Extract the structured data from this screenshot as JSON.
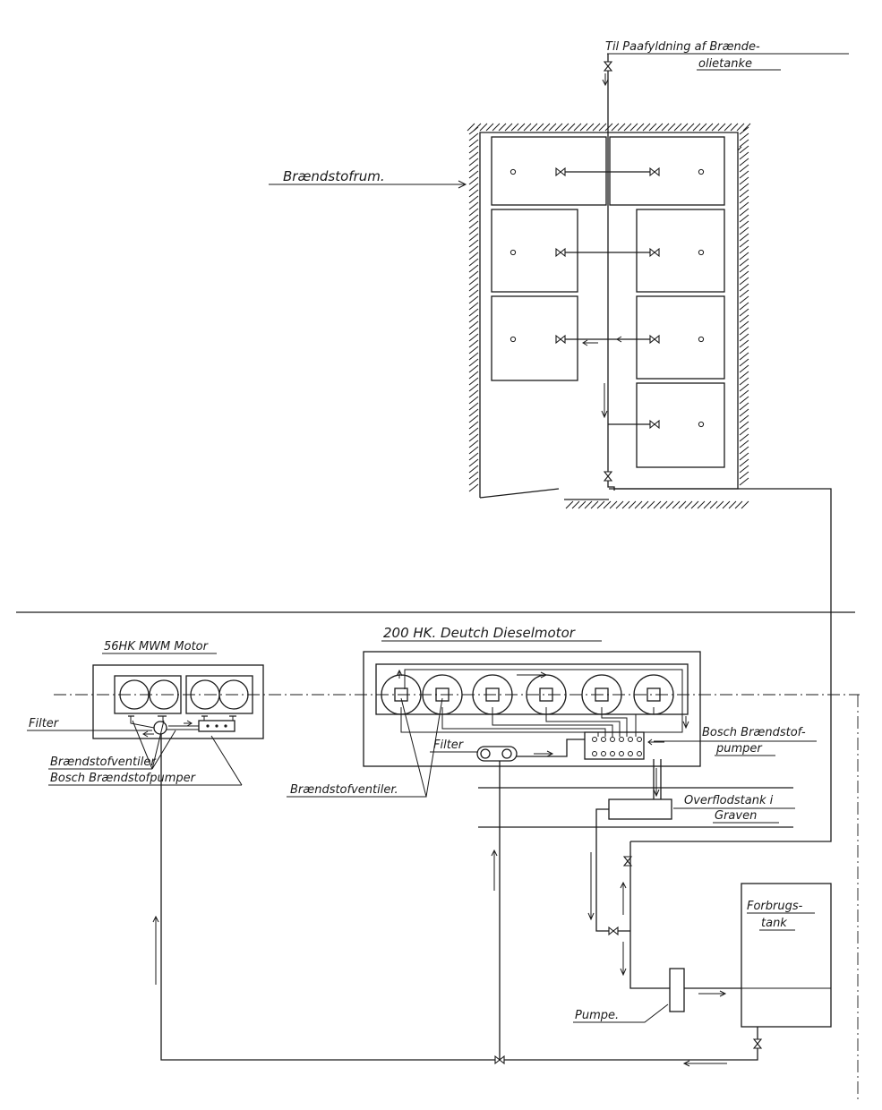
{
  "labels": {
    "refill_line1": "Til Paafyldning af Brænde-",
    "refill_line2": "olietanke",
    "fuel_room": "Brændstofrum.",
    "mwm_motor": "56HK MWM Motor",
    "deutz_motor": "200 HK. Deutch Dieselmotor",
    "filter_left": "Filter",
    "injectors_left": "Brændstofventiler",
    "bosch_left": "Bosch Brændstofpumper",
    "filter_mid": "Filter",
    "bosch_right_line1": "Bosch Brændstof-",
    "bosch_right_line2": "pumper",
    "injectors_mid": "Brændstofventiler.",
    "overflow_line1": "Overflodstank i",
    "overflow_line2": "Graven",
    "consumption_line1": "Forbrugs-",
    "consumption_line2": "tank",
    "pump": "Pumpe."
  }
}
